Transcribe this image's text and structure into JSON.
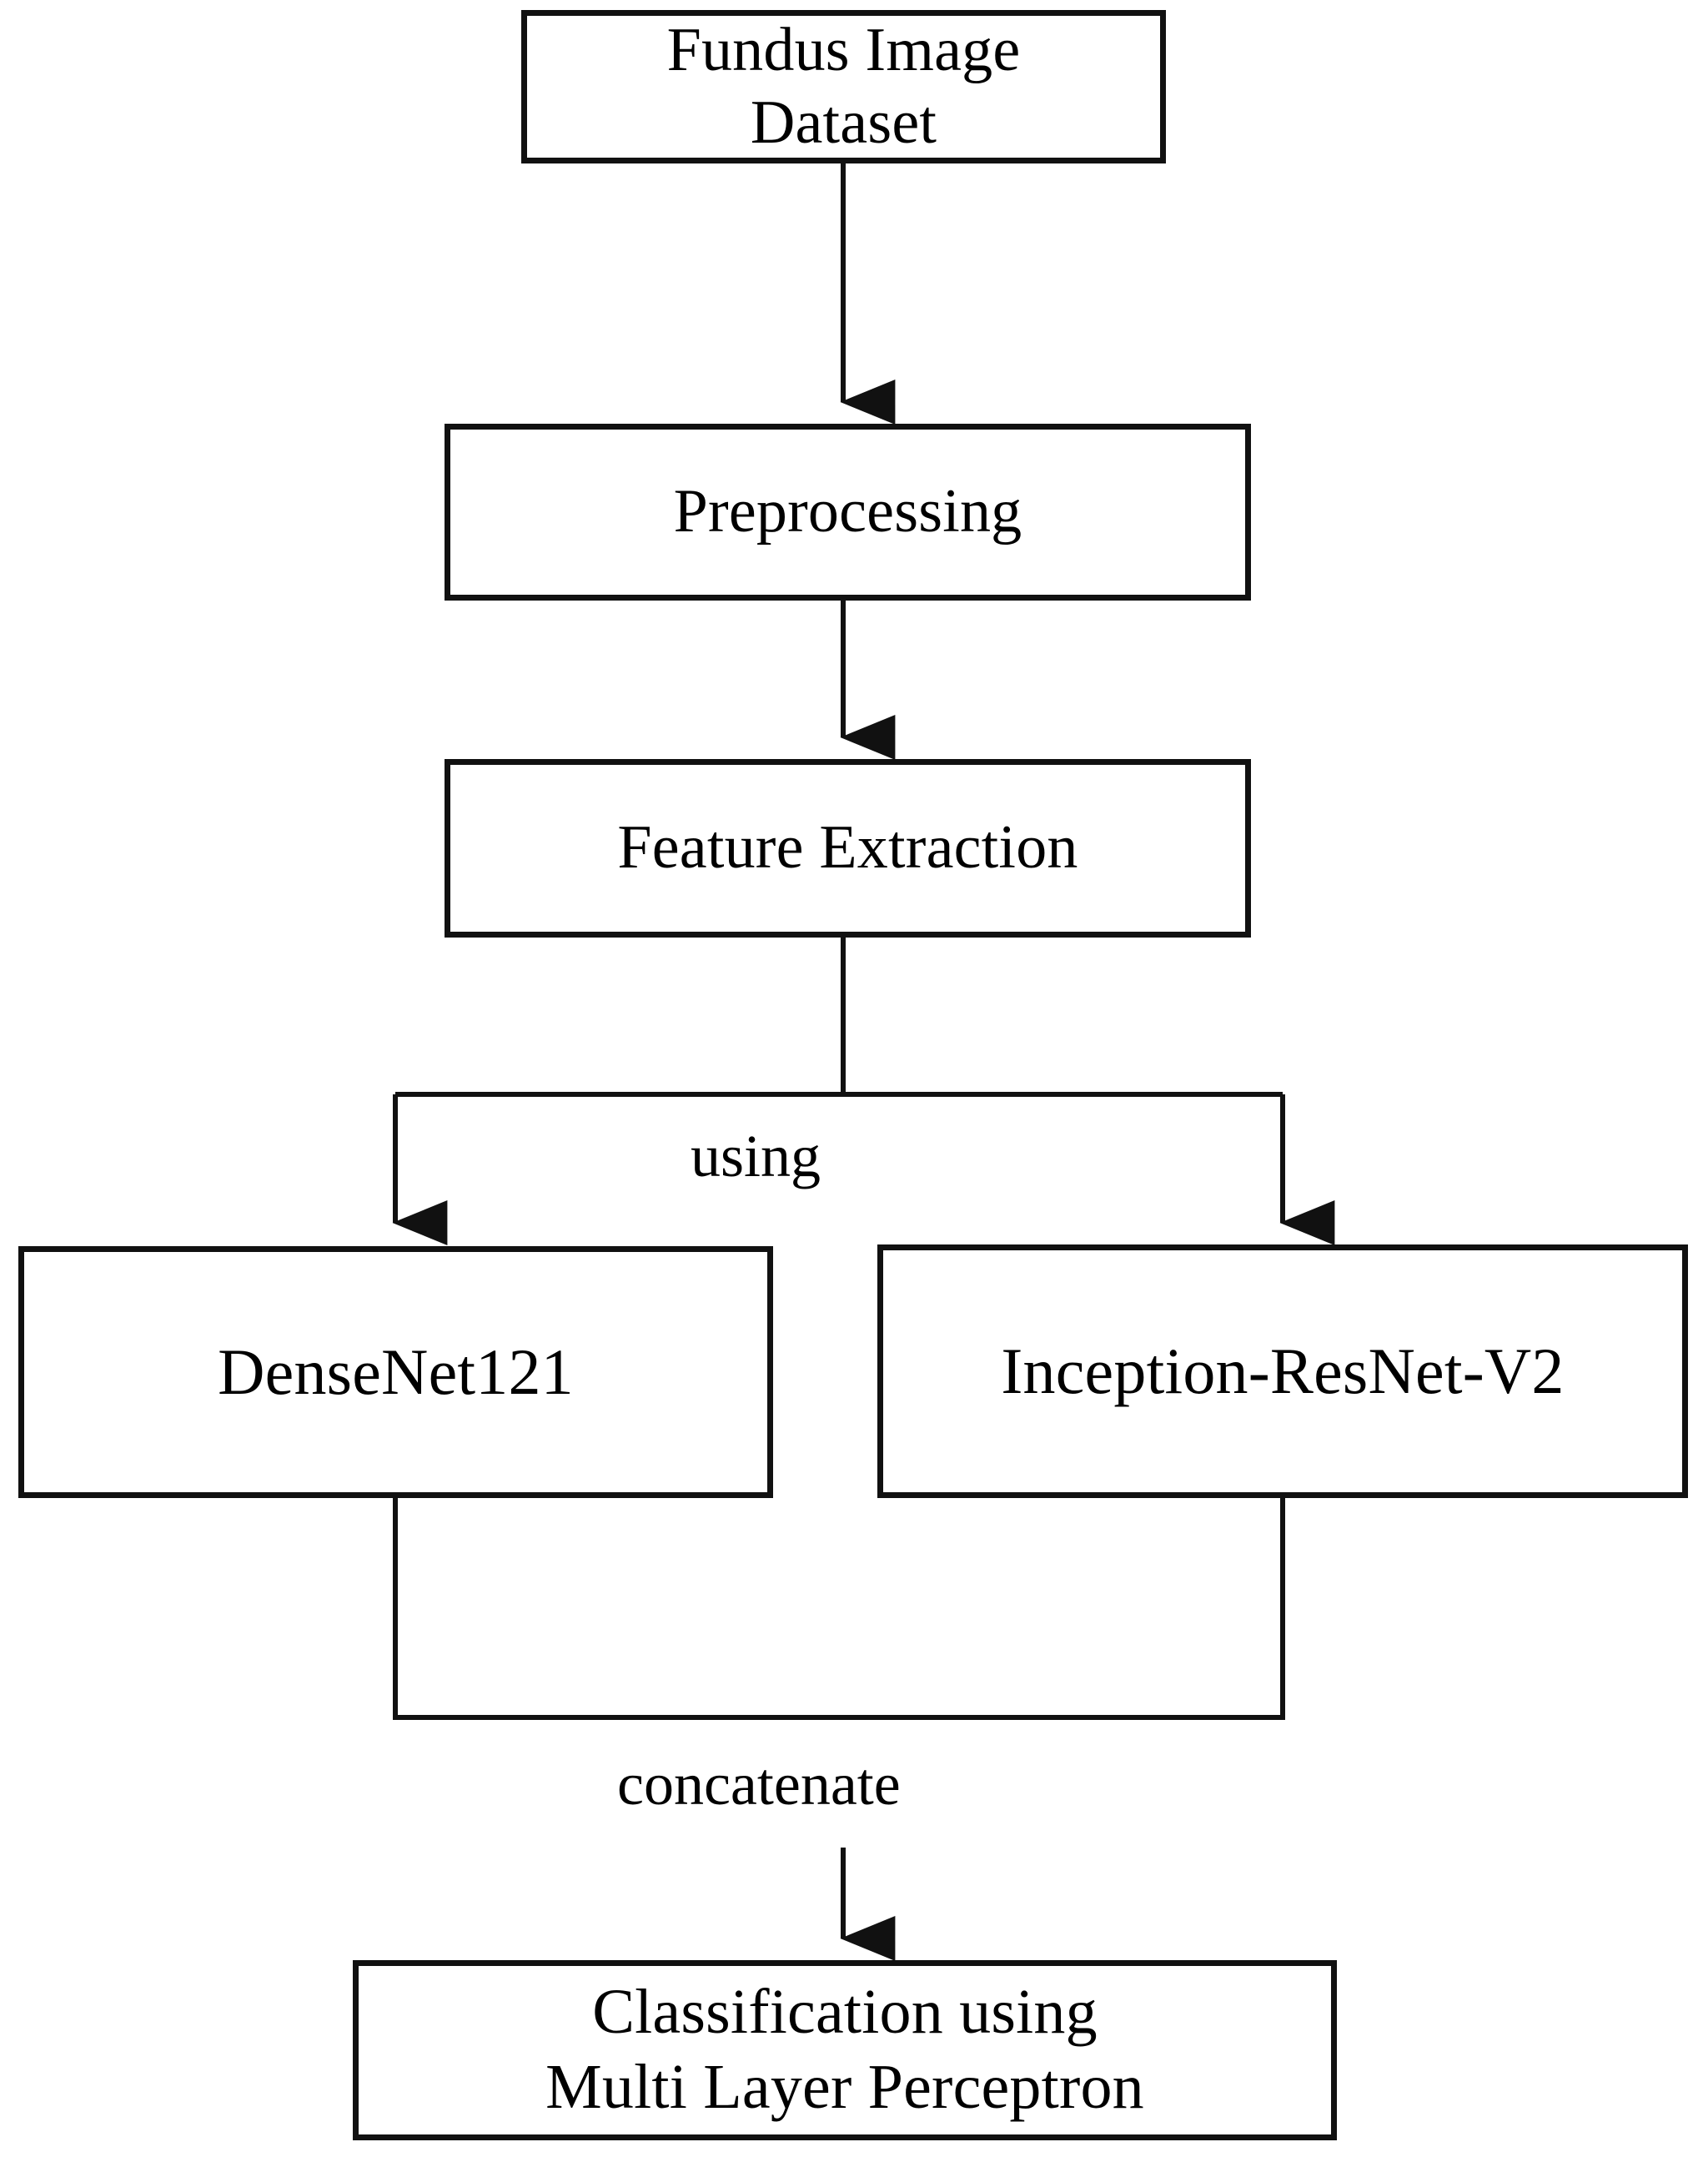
{
  "diagram": {
    "title": "Fundus image classification methodology flowchart",
    "orientation": "top-to-bottom",
    "background_color": "#ffffff",
    "stroke_color": "#111111",
    "text_color": "#000000",
    "nodes": [
      {
        "id": "dataset",
        "label": "Fundus Image\nDataset",
        "shape": "rectangle"
      },
      {
        "id": "preprocess",
        "label": "Preprocessing",
        "shape": "rectangle"
      },
      {
        "id": "feature",
        "label": "Feature Extraction",
        "shape": "rectangle"
      },
      {
        "id": "densenet",
        "label": "DenseNet121",
        "shape": "rectangle"
      },
      {
        "id": "inception",
        "label": "Inception-ResNet-V2",
        "shape": "rectangle"
      },
      {
        "id": "classify",
        "label": "Classification using\nMulti Layer Perceptron",
        "shape": "rectangle"
      }
    ],
    "edges": [
      {
        "from": "dataset",
        "to": "preprocess",
        "label": "",
        "arrow": true
      },
      {
        "from": "preprocess",
        "to": "feature",
        "label": "",
        "arrow": true
      },
      {
        "from": "feature",
        "to": "densenet",
        "label": "using",
        "arrow": true
      },
      {
        "from": "feature",
        "to": "inception",
        "label": "using",
        "arrow": true
      },
      {
        "from": "densenet",
        "to": "classify",
        "label": "concatenate",
        "arrow": true
      },
      {
        "from": "inception",
        "to": "classify",
        "label": "concatenate",
        "arrow": true
      }
    ],
    "edge_labels": {
      "branch": "using",
      "merge": "concatenate"
    }
  }
}
